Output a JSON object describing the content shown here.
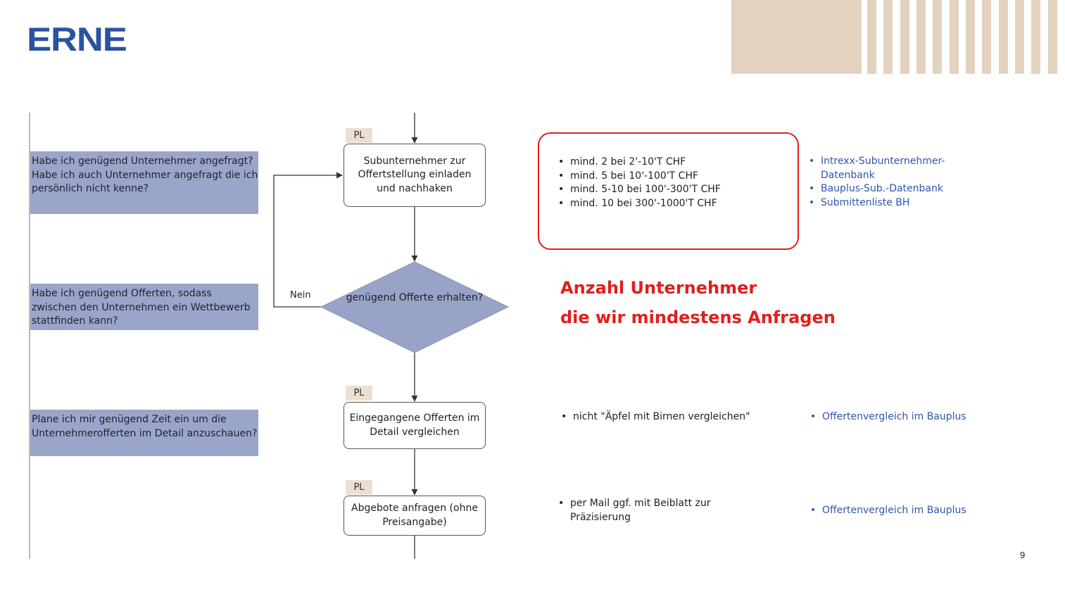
{
  "brand": {
    "logo_text": "ERNE",
    "logo_color": "#2b54a0"
  },
  "colors": {
    "accent_beige": "#e3d2c0",
    "question_bg": "#9aa6c9",
    "diamond_fill": "#97a3c7",
    "pl_bg": "#ecdfd2",
    "highlight_red": "#e21e1e",
    "link_blue": "#2f56a8"
  },
  "questions": [
    "Habe ich genügend Unternehmer angefragt?\nHabe ich auch Unternehmer angefragt die ich persönlich nicht kenne?",
    "Habe ich genügend Offerten, sodass zwischen den Unternehmen ein Wettbewerb stattfinden kann?",
    "Plane ich mir genügend Zeit ein um die Unternehmerofferten im Detail anzuschauen?"
  ],
  "flow": {
    "role_label": "PL",
    "steps": [
      "Subunternehmer zur Offertstellung einladen und nachhaken",
      "Eingegangene Offerten im Detail vergleichen",
      "Abgebote anfragen (ohne Preisangabe)"
    ],
    "decision": "genügend Offerte erhalten?",
    "no_label": "Nein"
  },
  "notes": {
    "step1": [
      "mind. 2 bei 2'-10'T CHF",
      "mind. 5 bei 10'-100'T CHF",
      "mind. 5-10 bei 100'-300'T CHF",
      "mind. 10 bei 300'-1000'T CHF"
    ],
    "step2": [
      "nicht \"Äpfel mit Birnen vergleichen\""
    ],
    "step3": [
      "per Mail ggf. mit Beiblatt zur Präzisierung"
    ]
  },
  "tools": {
    "step1": [
      "Intrexx-Subunternehmer-Datenbank",
      "Bauplus-Sub.-Datenbank",
      "Submittenliste BH"
    ],
    "step2": [
      "Offertenvergleich im Bauplus"
    ],
    "step3": [
      "Offertenvergleich im Bauplus"
    ]
  },
  "highlight": {
    "line1": "Anzahl Unternehmer",
    "line2": "die wir mindestens Anfragen"
  },
  "page_number": "9"
}
